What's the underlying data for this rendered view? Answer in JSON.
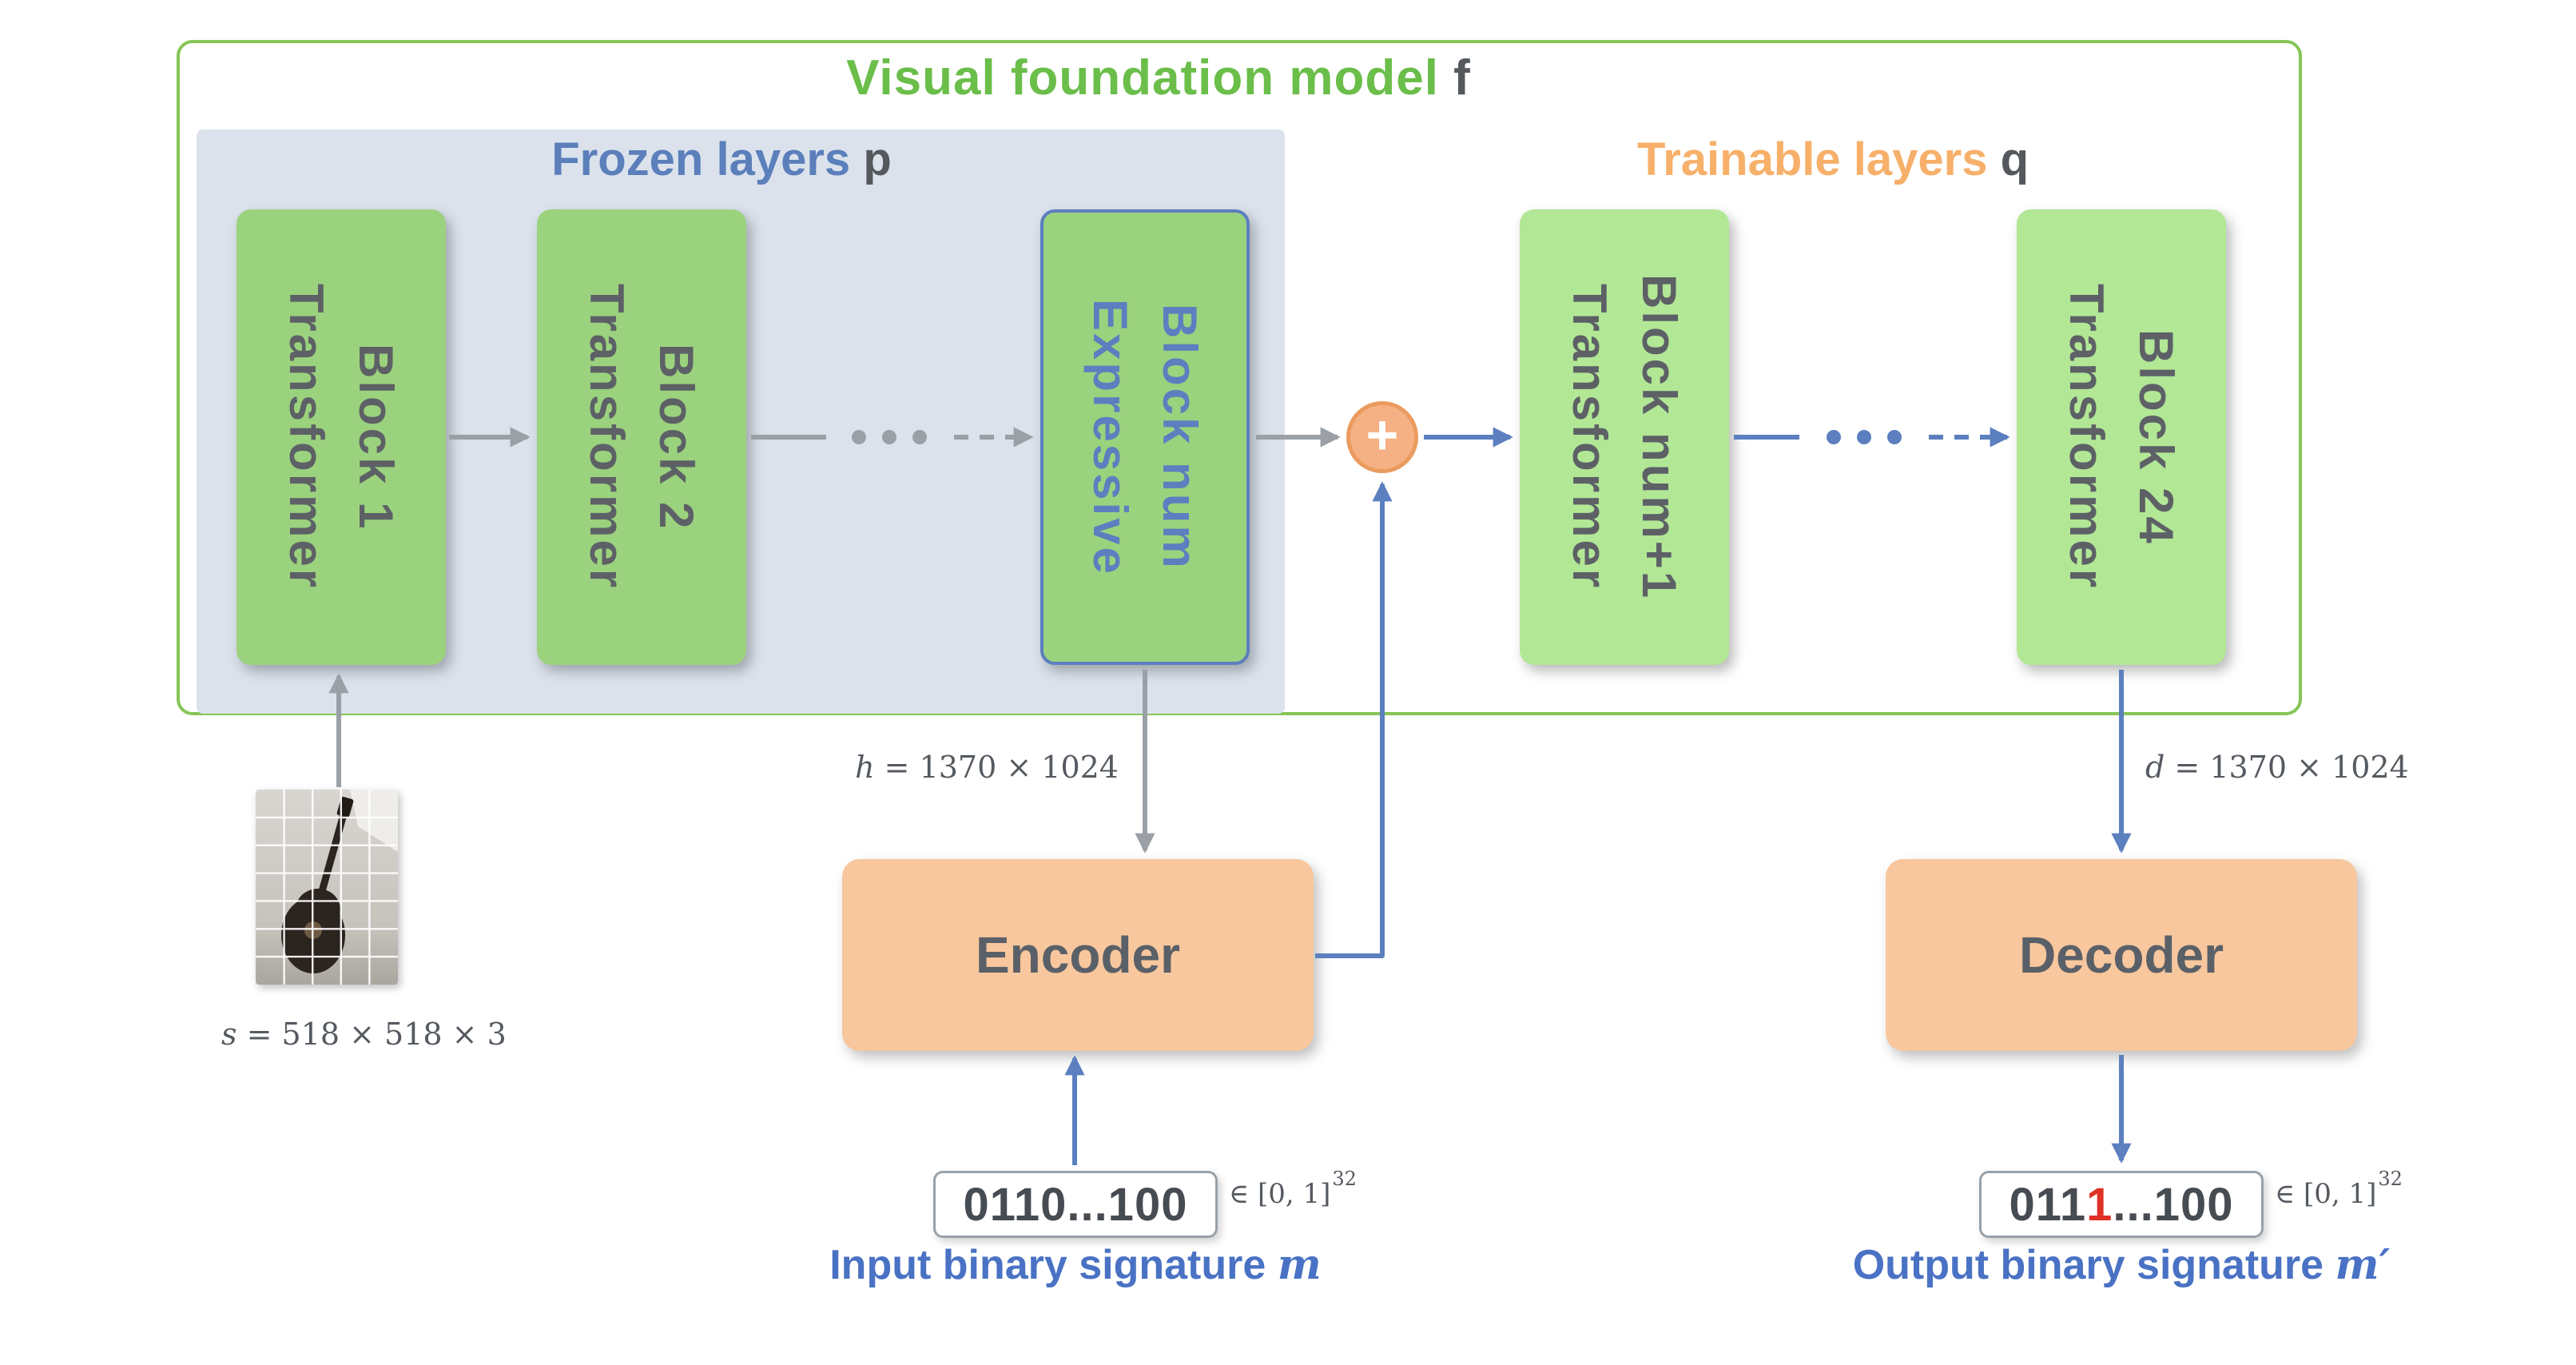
{
  "title": {
    "main": "Visual foundation model ",
    "var": "f"
  },
  "regions": {
    "frozen": {
      "label": "Frozen layers ",
      "var": "p"
    },
    "trainable": {
      "label": "Trainable layers ",
      "var": "q"
    }
  },
  "blocks": {
    "tb1": {
      "line1": "Transformer",
      "line2": "Block 1"
    },
    "tb2": {
      "line1": "Transformer",
      "line2": "Block 2"
    },
    "expressive": {
      "line1": "Expressive",
      "line2": "Block num"
    },
    "tbn1": {
      "line1": "Transformer",
      "line2": "Block num+1"
    },
    "tb24": {
      "line1": "Transformer",
      "line2": "Block 24"
    }
  },
  "nodes": {
    "encoder": "Encoder",
    "decoder": "Decoder",
    "plus": "+"
  },
  "annotations": {
    "h": {
      "var": "h",
      "rest": " = 1370 × 1024"
    },
    "d": {
      "var": "d",
      "rest": " = 1370 × 1024"
    },
    "s": {
      "var": "s",
      "rest": " = 518 × 518 × 3"
    },
    "membership": {
      "base": "∈ [0, 1]",
      "exp": "32"
    }
  },
  "signatures": {
    "input": {
      "value": "0110...100",
      "caption": "Input binary signature ",
      "var": "m"
    },
    "output": {
      "prefix": "011",
      "highlight": "1",
      "suffix": "...100",
      "caption": "Output binary signature ",
      "var": "m′"
    }
  },
  "colors": {
    "green_border": "#86c556",
    "green_title": "#6abe49",
    "frozen_bg": "#dbe2ec",
    "frozen_label_blue": "#5b7fbb",
    "trainable_label_orange": "#f7b06a",
    "block_green_frozen": "#9bd27e",
    "block_green_trainable": "#b2e796",
    "arrow_blue": "#5b7fbf",
    "arrow_gray": "#9aa0a6",
    "peach_box": "#f8c79d",
    "plus_fill": "#f5b183",
    "caption_blue": "#4a72c4",
    "highlight_red": "#e03127"
  }
}
